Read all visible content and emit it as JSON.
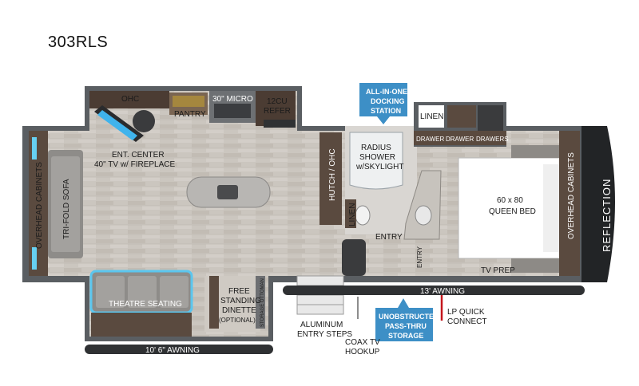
{
  "model": "303RLS",
  "brand": "REFLECTION",
  "labels": {
    "ohc_top": "OHC",
    "pantry": "PANTRY",
    "micro": "30\" MICRO",
    "refer_1": "12CU",
    "refer_2": "REFER",
    "ent_center_1": "ENT. CENTER",
    "ent_center_2": "40\" TV w/ FIREPLACE",
    "overhead_left": "OVERHEAD CABINETS",
    "sofa": "TRI-FOLD SOFA",
    "hutch": "HUTCH / OHC",
    "linen_vert": "LINEN",
    "shower_1": "RADIUS",
    "shower_2": "SHOWER",
    "shower_3": "w/SKYLIGHT",
    "linen_top": "LINEN",
    "drawer_1": "DRAWER",
    "drawer_2": "DRAWER",
    "drawers": "DRAWERS",
    "bed_1": "60 x 80",
    "bed_2": "QUEEN BED",
    "overhead_right": "OVERHEAD CABINETS",
    "entry_1": "ENTRY",
    "entry_2": "ENTRY",
    "tv_prep": "TV PREP",
    "theatre": "THEATRE SEATING",
    "dinette_1": "FREE",
    "dinette_2": "STANDING",
    "dinette_3": "DINETTE",
    "dinette_4": "(OPTIONAL)",
    "storage_ottoman": "STORAGE OTTOMAN",
    "awning_left": "10' 6\" AWNING",
    "awning_right": "13' AWNING",
    "steps_1": "ALUMINUM",
    "steps_2": "ENTRY STEPS",
    "coax_1": "COAX TV",
    "coax_2": "HOOKUP",
    "lp_1": "LP QUICK",
    "lp_2": "CONNECT"
  },
  "callouts": {
    "docking": [
      "ALL-IN-ONE",
      "DOCKING",
      "STATION"
    ],
    "storage": [
      "UNOBSTRUCTED",
      "PASS-THRU",
      "STORAGE"
    ]
  },
  "colors": {
    "wall": "#555a5e",
    "floor": "#c9c4bd",
    "carpet": "#8d8a86",
    "cabinet": "#5a4a3f",
    "callout": "#3d8fc6",
    "accent_blue": "#5bc6ee",
    "lp_red": "#c4161c"
  }
}
